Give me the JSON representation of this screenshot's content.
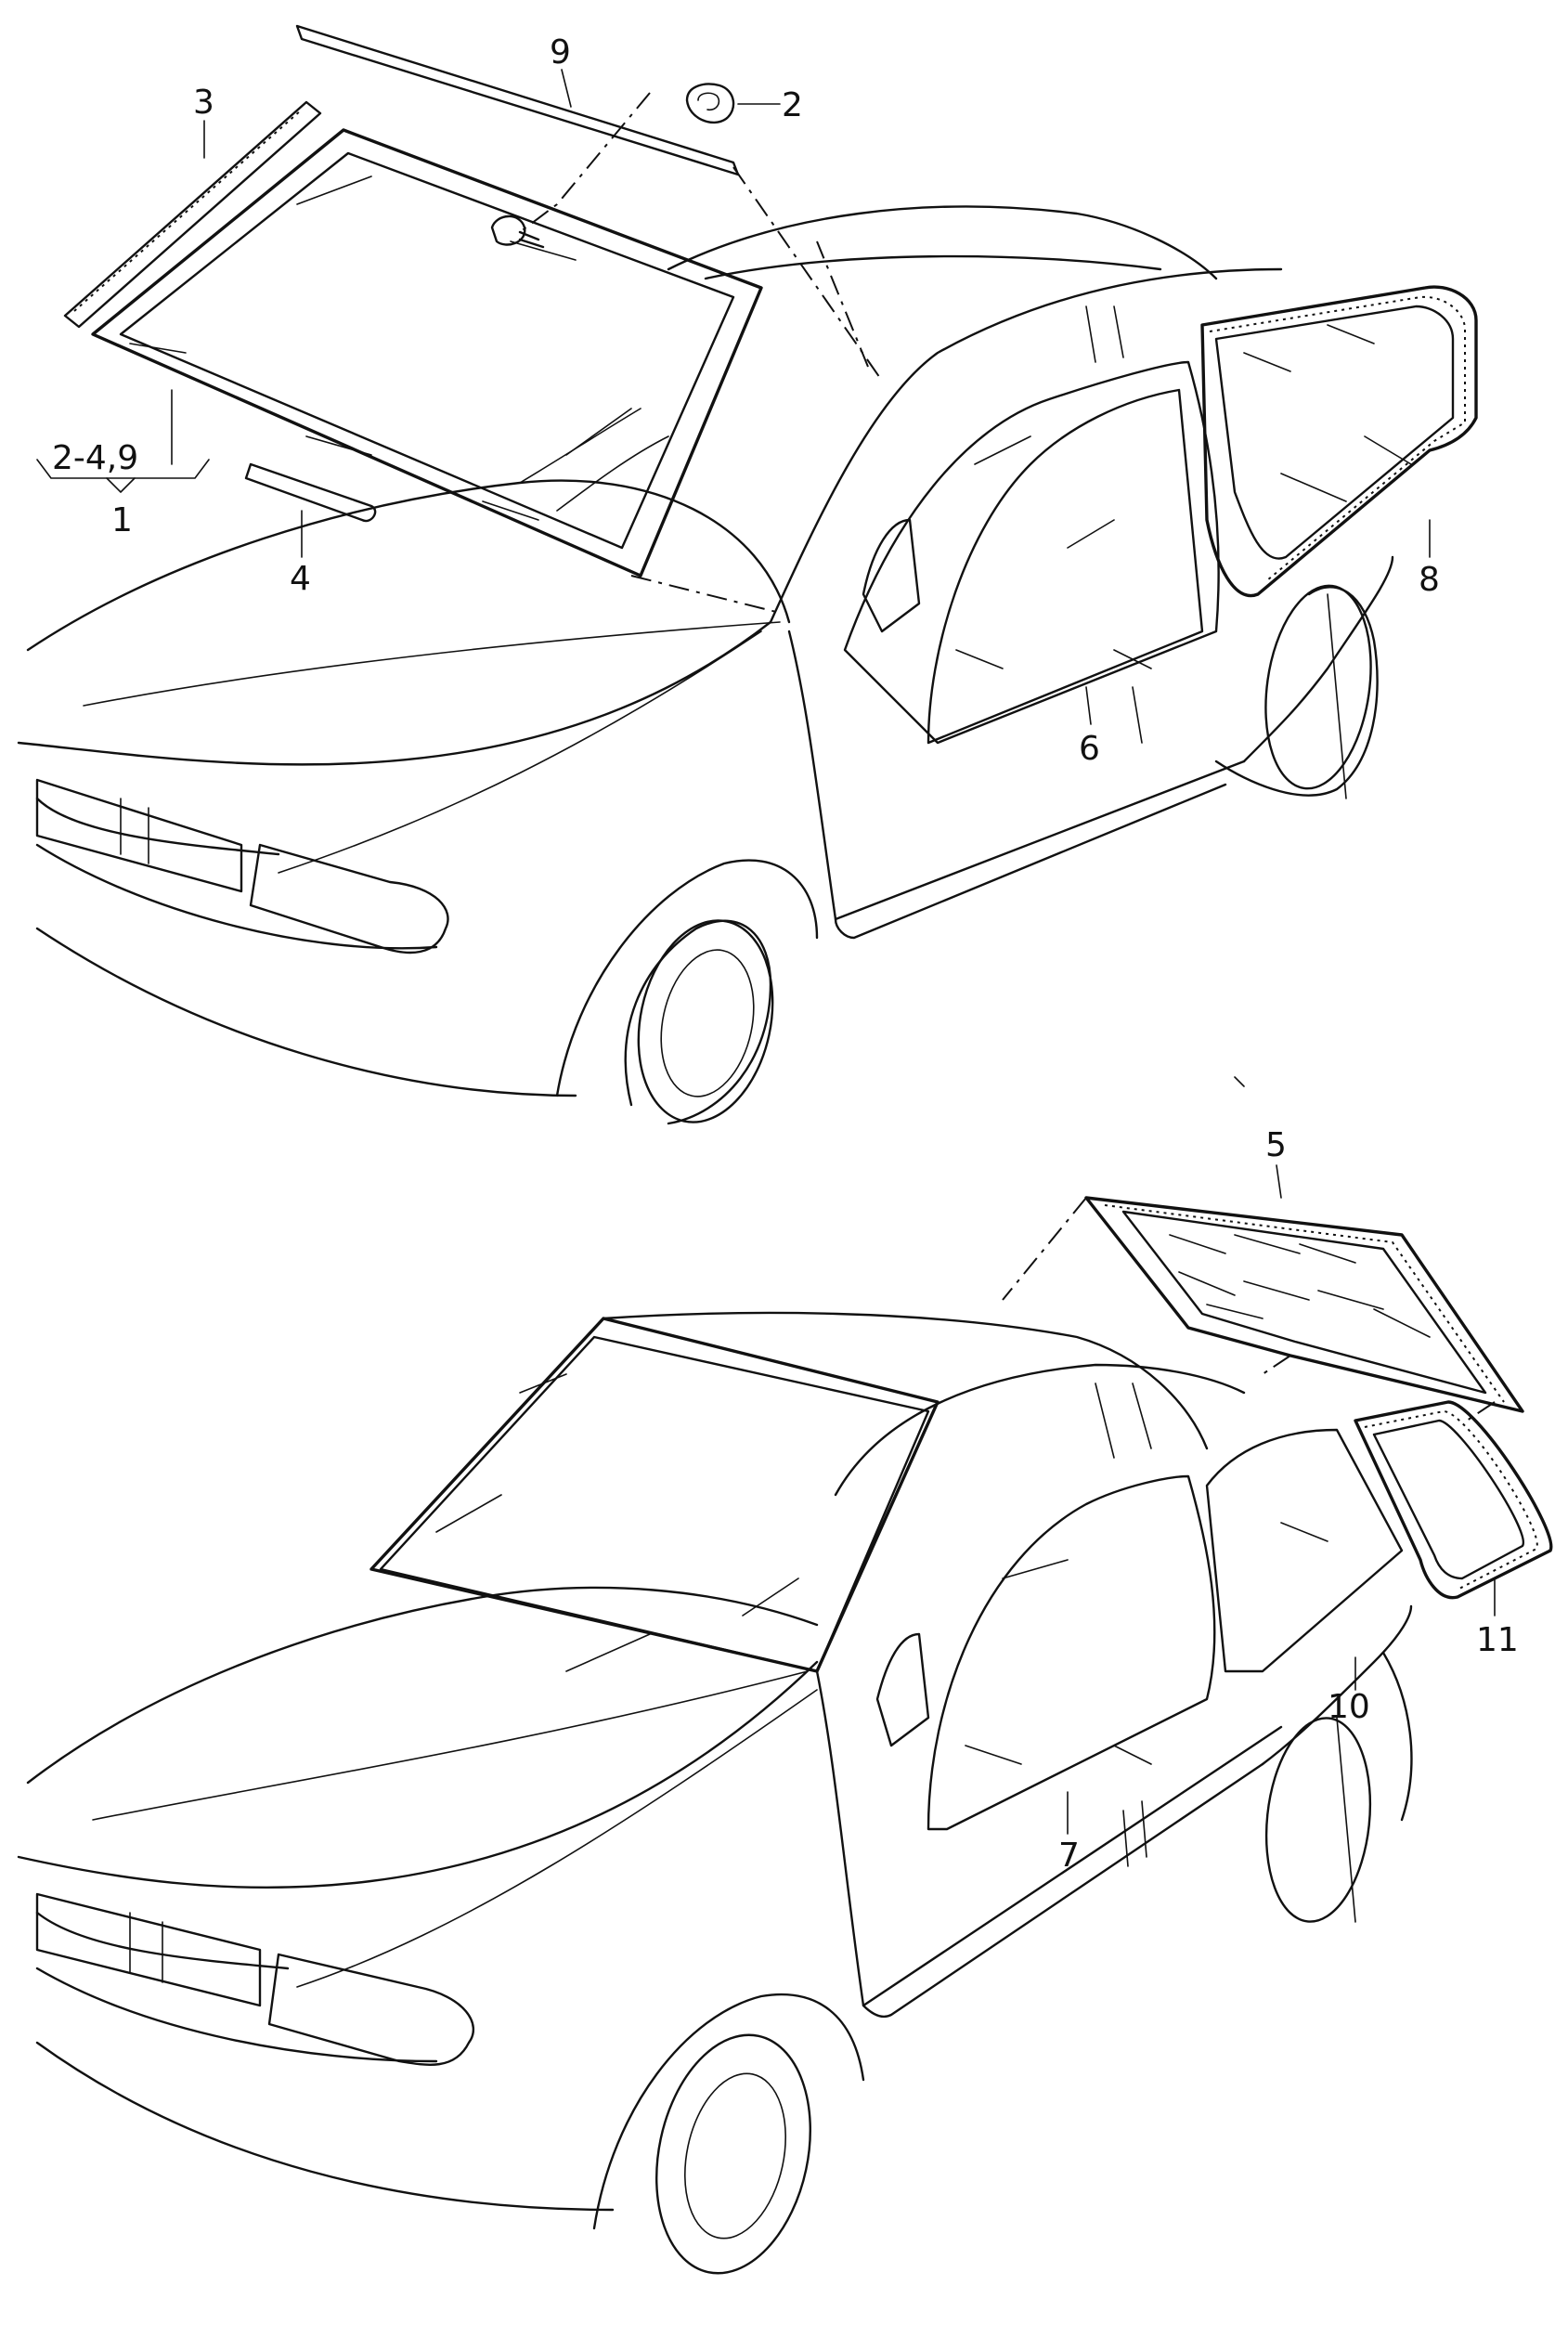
{
  "callouts": {
    "c1": "1",
    "c2": "2",
    "c3": "3",
    "c4": "4",
    "c5": "5",
    "c6": "6",
    "c7": "7",
    "c8": "8",
    "c9": "9",
    "c10": "10",
    "c11": "11",
    "group": "2-4,9"
  }
}
